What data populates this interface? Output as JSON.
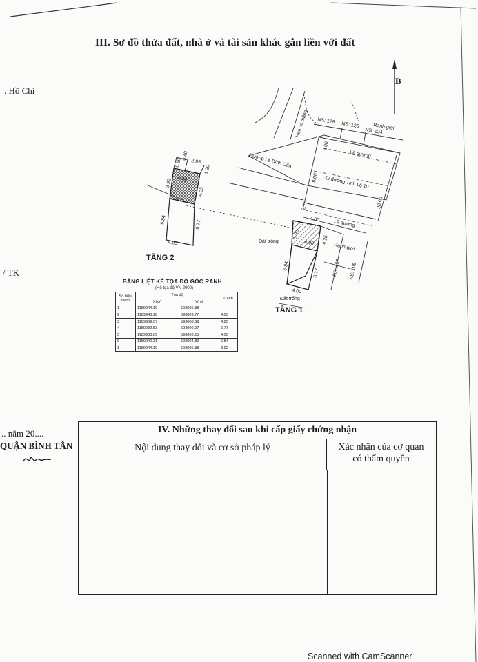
{
  "section3": {
    "title": "III. Sơ đồ thửa đất, nhà ở và tài sản khác gắn liền với đất"
  },
  "margin": {
    "ho_chi": "Hồ Chí",
    "tk": "TK",
    "nam": "năm 20....",
    "quan": "QUẬN BÌNH TÂN"
  },
  "north_label": "B",
  "map_labels": {
    "ns128": "NS: 128",
    "ns126": "NS: 126",
    "ns124": "NS: 124",
    "ranh_gioi_top": "Ranh giới",
    "hem": "Hẻm xi măng",
    "duong_le_dinh_can": "Đường Lê Đình Cẩn",
    "le_duong_1": "Lề đường",
    "di_duong_tinh_lo": "Đi đường Tỉnh Lộ 10",
    "le_duong_2": "Lề đường",
    "dat_trong_1": "Đất trống",
    "dat_trong_2": "Đất trống",
    "ranh_gioi_bottom": "Ranh giới",
    "ns107": "NS: 107",
    "ns105": "NS: 105"
  },
  "dimensions": {
    "d300": "3.00",
    "d800": "8.00",
    "d2000": "20.00",
    "d270": "2.70",
    "t1_top": "4.00",
    "t1_left": "3.92",
    "t1_right": "4.25",
    "t1_mid": "4.00",
    "t1_l684": "6.84",
    "t1_r677": "6.77",
    "t1_bottom": "4.00",
    "t2_080": "0.80",
    "t2_040": "0.40",
    "t2_295": "2.95",
    "t2_120": "1.20",
    "t2_left": "3.92",
    "t2_right": "4.25",
    "t2_top": "4.00",
    "t2_l684": "6.84",
    "t2_r677": "6.77",
    "t2_bottom": "4.00"
  },
  "floors": {
    "tang1": "TẦNG 1",
    "tang2": "TẦNG 2"
  },
  "coord_table": {
    "title": "BẢNG LIỆT KÊ TỌA ĐỘ GÓC RANH",
    "subtitle": "(Hệ tọa độ VN 2000)",
    "headers": {
      "point": "Số hiệu điểm",
      "coords": "Tọa độ",
      "x": "X(m)",
      "y": "Y(m)",
      "edge": "Cạnh"
    },
    "rows": [
      {
        "p": "1",
        "x": "1189944.10",
        "y": "593005.88",
        "c": ""
      },
      {
        "p": "2",
        "x": "1189943.18",
        "y": "593009.77",
        "c": "4.00"
      },
      {
        "p": "3",
        "x": "1189939.07",
        "y": "593008.69",
        "c": "4.25"
      },
      {
        "p": "4",
        "x": "1189932.53",
        "y": "593000.97",
        "c": "6.77"
      },
      {
        "p": "5",
        "x": "1189933.69",
        "y": "593003.15",
        "c": "4.00"
      },
      {
        "p": "6",
        "x": "1189940.31",
        "y": "593004.89",
        "c": "6.84"
      },
      {
        "p": "1",
        "x": "1189944.10",
        "y": "593005.88",
        "c": "3.92"
      }
    ]
  },
  "section4": {
    "title": "IV. Những thay đổi sau khi cấp giấy chứng nhận",
    "col1": "Nội dung thay đổi và cơ sở pháp lý",
    "col2_line1": "Xác nhận của cơ quan",
    "col2_line2": "có thẩm quyền"
  },
  "footer": {
    "scanned": "Scanned with CamScanner"
  }
}
